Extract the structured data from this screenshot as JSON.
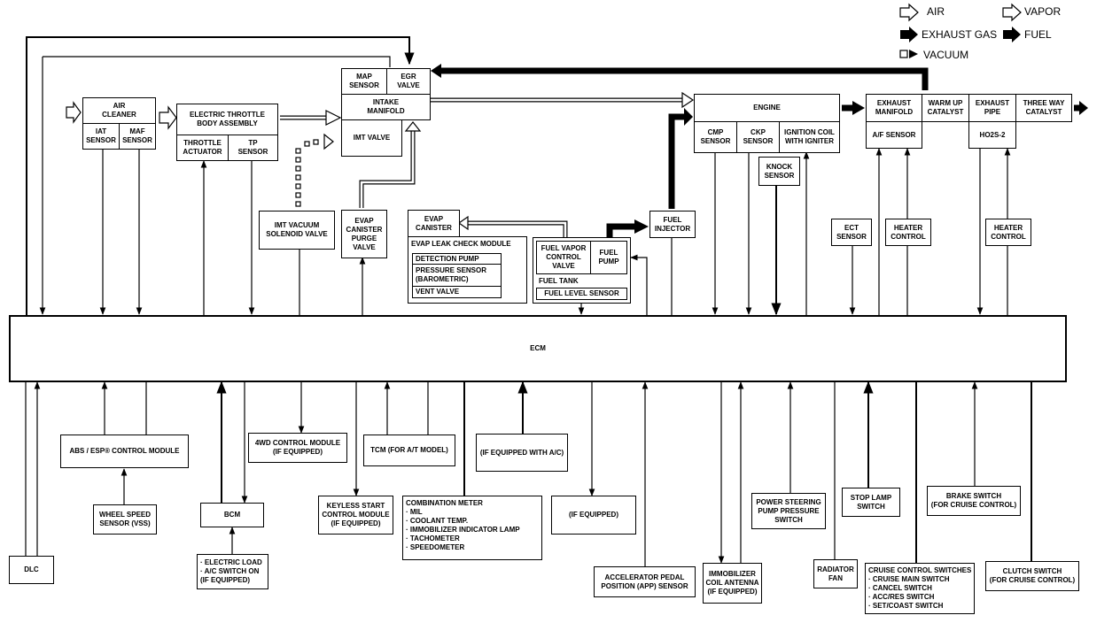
{
  "legend": {
    "air": "AIR",
    "vapor": "VAPOR",
    "exhaust_gas": "EXHAUST GAS",
    "fuel": "FUEL",
    "vacuum": "VACUUM"
  },
  "labels": {
    "air_cleaner": "AIR\nCLEANER",
    "iat_sensor": "IAT\nSENSOR",
    "maf_sensor": "MAF\nSENSOR",
    "electric_throttle": "ELECTRIC THROTTLE\nBODY ASSEMBLY",
    "throttle_actuator": "THROTTLE\nACTUATOR",
    "tp_sensor": "TP\nSENSOR",
    "map_sensor": "MAP\nSENSOR",
    "egr_valve": "EGR\nVALVE",
    "intake_manifold": "INTAKE\nMANIFOLD",
    "imt_valve": "IMT VALVE",
    "imt_vacuum": "IMT VACUUM\nSOLENOID VALVE",
    "evap_purge": "EVAP\nCANISTER\nPURGE\nVALVE",
    "evap_canister": "EVAP\nCANISTER",
    "evap_leak_title": "EVAP LEAK CHECK MODULE",
    "detection_pump": "DETECTION PUMP",
    "pressure_sensor": "PRESSURE SENSOR\n(BAROMETRIC)",
    "vent_valve": "VENT VALVE",
    "fuel_vapor_valve": "FUEL VAPOR\nCONTROL\nVALVE",
    "fuel_pump": "FUEL\nPUMP",
    "fuel_tank": "FUEL TANK",
    "fuel_level_sensor": "FUEL LEVEL SENSOR",
    "fuel_injector": "FUEL\nINJECTOR",
    "engine": "ENGINE",
    "cmp_sensor": "CMP\nSENSOR",
    "ckp_sensor": "CKP\nSENSOR",
    "ignition_coil": "IGNITION COIL\nWITH IGNITER",
    "knock_sensor": "KNOCK\nSENSOR",
    "exhaust_manifold": "EXHAUST\nMANIFOLD",
    "af_sensor": "A/F SENSOR",
    "warm_up_catalyst": "WARM UP\nCATALYST",
    "exhaust_pipe": "EXHAUST\nPIPE",
    "ho2s2": "HO2S-2",
    "three_way_catalyst": "THREE WAY\nCATALYST",
    "ect_sensor": "ECT\nSENSOR",
    "heater_control_1": "HEATER\nCONTROL",
    "heater_control_2": "HEATER\nCONTROL",
    "ecm": "ECM",
    "dlc": "DLC",
    "abs_module": "ABS / ESP® CONTROL MODULE",
    "wheel_speed": "WHEEL SPEED\nSENSOR (VSS)",
    "bcm": "BCM",
    "electric_load": "· ELECTRIC LOAD\n· A/C SWITCH ON\n  (IF EQUIPPED)",
    "fwd_module": "4WD CONTROL MODULE\n(IF EQUIPPED)",
    "keyless": "KEYLESS START\nCONTROL MODULE\n(IF EQUIPPED)",
    "tcm": "TCM (FOR A/T MODEL)",
    "combination_meter": "COMBINATION METER\n · MIL\n · COOLANT TEMP.\n · IMMOBILIZER INDICATOR LAMP\n · TACHOMETER\n · SPEEDOMETER",
    "ac_box": "(IF EQUIPPED WITH A/C)",
    "if_equipped": "(IF EQUIPPED)",
    "app_sensor": "ACCELERATOR PEDAL\nPOSITION (APP) SENSOR",
    "immobilizer": "IMMOBILIZER\nCOIL ANTENNA\n(IF EQUIPPED)",
    "ps_switch": "POWER STEERING\nPUMP PRESSURE\nSWITCH",
    "radiator_fan": "RADIATOR\nFAN",
    "stop_lamp": "STOP LAMP\nSWITCH",
    "cruise_switches": "CRUISE CONTROL SWITCHES\n · CRUISE MAIN SWITCH\n · CANCEL SWITCH\n · ACC/RES SWITCH\n · SET/COAST SWITCH",
    "brake_switch": "BRAKE SWITCH\n(FOR CRUISE CONTROL)",
    "clutch_switch": "CLUTCH SWITCH\n(FOR CRUISE CONTROL)"
  }
}
